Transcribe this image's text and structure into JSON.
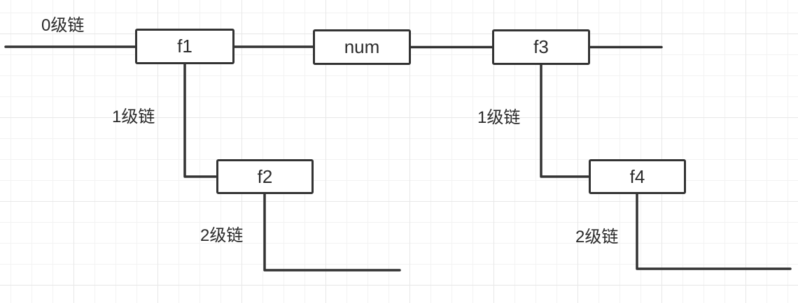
{
  "diagram": {
    "nodes": {
      "f1": {
        "label": "f1"
      },
      "num": {
        "label": "num"
      },
      "f3": {
        "label": "f3"
      },
      "f2": {
        "label": "f2"
      },
      "f4": {
        "label": "f4"
      }
    },
    "chain_labels": {
      "level0": "0级链",
      "level1_left": "1级链",
      "level2_left": "2级链",
      "level1_right": "1级链",
      "level2_right": "2级链"
    },
    "colors": {
      "line": "#333333",
      "text": "#2b2b2b",
      "node_fill": "#ffffff",
      "node_border": "#333333",
      "grid_minor": "#f2f2f2",
      "grid_major": "#e7e7e7",
      "background": "#ffffff"
    }
  }
}
